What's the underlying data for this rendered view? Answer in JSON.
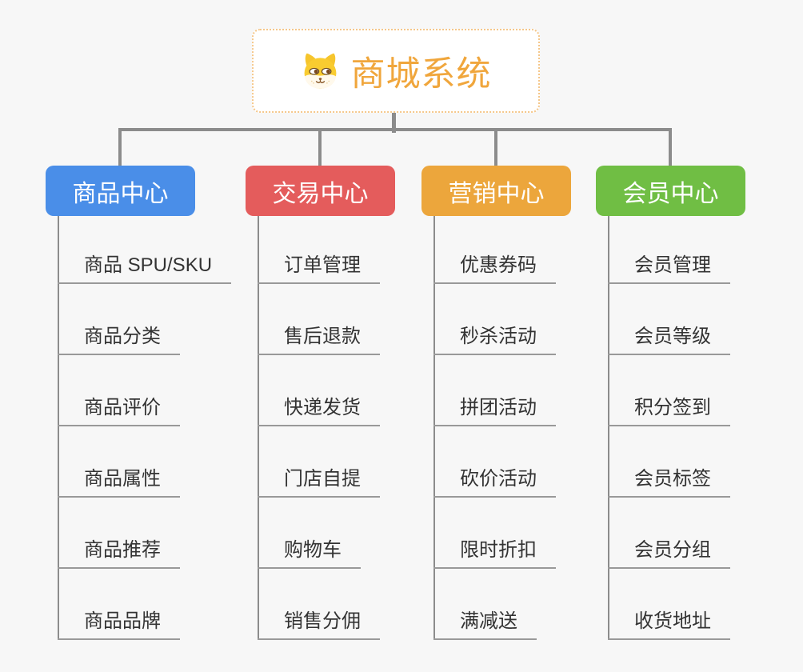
{
  "canvas": {
    "background": "#F7F7F7",
    "connector_color": "#8C8C8C",
    "underline_color": "#999999",
    "leaf_text_color": "#333333"
  },
  "root": {
    "label": "商城系统",
    "icon": "shiba-dog-face-icon",
    "accent_color": "#F0A63C",
    "border_color": "#F5C78A",
    "background": "#FFFFFF"
  },
  "branches": [
    {
      "id": "product-center",
      "label": "商品中心",
      "color": "#4A8EE8",
      "items": [
        "商品 SPU/SKU",
        "商品分类",
        "商品评价",
        "商品属性",
        "商品推荐",
        "商品品牌"
      ]
    },
    {
      "id": "trade-center",
      "label": "交易中心",
      "color": "#E45C5C",
      "items": [
        "订单管理",
        "售后退款",
        "快递发货",
        "门店自提",
        "购物车",
        "销售分佣"
      ]
    },
    {
      "id": "marketing-center",
      "label": "营销中心",
      "color": "#ECA63C",
      "items": [
        "优惠券码",
        "秒杀活动",
        "拼团活动",
        "砍价活动",
        "限时折扣",
        "满减送"
      ]
    },
    {
      "id": "member-center",
      "label": "会员中心",
      "color": "#70BE44",
      "items": [
        "会员管理",
        "会员等级",
        "积分签到",
        "会员标签",
        "会员分组",
        "收货地址"
      ]
    }
  ]
}
